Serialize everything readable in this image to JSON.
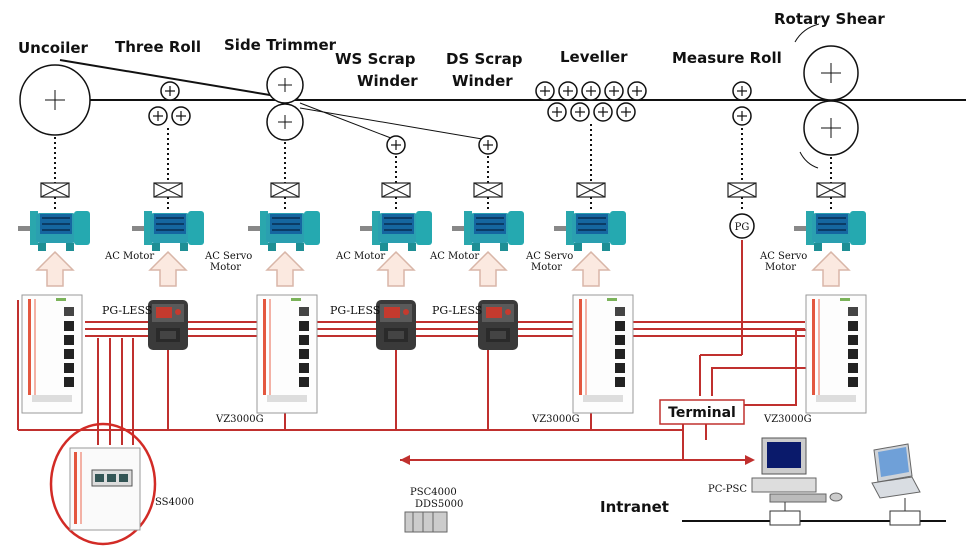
{
  "labels": {
    "uncoiler": "Uncoiler",
    "three_roll": "Three Roll",
    "side_trimmer": "Side Trimmer",
    "ws_scrap_1": "WS Scrap",
    "ws_scrap_2": "Winder",
    "ds_scrap_1": "DS Scrap",
    "ds_scrap_2": "Winder",
    "leveller": "Leveller",
    "measure_roll": "Measure Roll",
    "rotary_shear": "Rotary Shear"
  },
  "motor_labels": {
    "ac_motor_1": "AC Motor",
    "ac_servo_1a": "AC Servo",
    "ac_servo_1b": "Motor",
    "ac_motor_2": "AC Motor",
    "ac_motor_3": "AC Motor",
    "ac_servo_2a": "AC Servo",
    "ac_servo_2b": "Motor",
    "pg": "PG",
    "ac_servo_3a": "AC Servo",
    "ac_servo_3b": "Motor"
  },
  "drive_labels": {
    "pg_less_1": "PG-LESS",
    "pg_less_2": "PG-LESS",
    "pg_less_3": "PG-LESS",
    "vz_1": "VZ3000G",
    "vz_2": "VZ3000G",
    "vz_3": "VZ3000G"
  },
  "network": {
    "terminal": "Terminal",
    "ss4000": "SS4000",
    "psc_1": "PSC4000",
    "psc_2": "DDS5000",
    "pc_psc": "PC-PSC",
    "intranet": "Intranet"
  },
  "colors": {
    "wire": "#c0302e",
    "motor": "#1e9aa0",
    "motor_dark": "#0d4e7a",
    "arrow_fill": "#fbe9e0",
    "arrow_stroke": "#d9b6a8"
  }
}
